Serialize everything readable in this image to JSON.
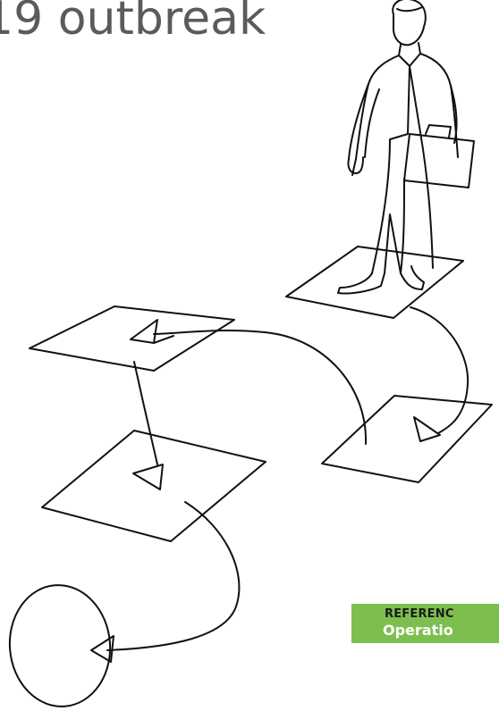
{
  "header": {
    "title_fragment": "19 outbreak"
  },
  "badge": {
    "reference_label": "REFERENC",
    "operation_label": "Operatio"
  },
  "colors": {
    "title_text": "#5b5b5b",
    "badge_background": "#7dbf4f",
    "badge_reference_text": "#1b1b1b",
    "badge_operation_text": "#ffffff",
    "line_art": "#111111"
  },
  "illustration": {
    "subject": "businessman-with-briefcase",
    "elements": [
      "square-step",
      "square-step",
      "square-step",
      "square-step",
      "circle-step",
      "curved-arrow-path"
    ]
  }
}
